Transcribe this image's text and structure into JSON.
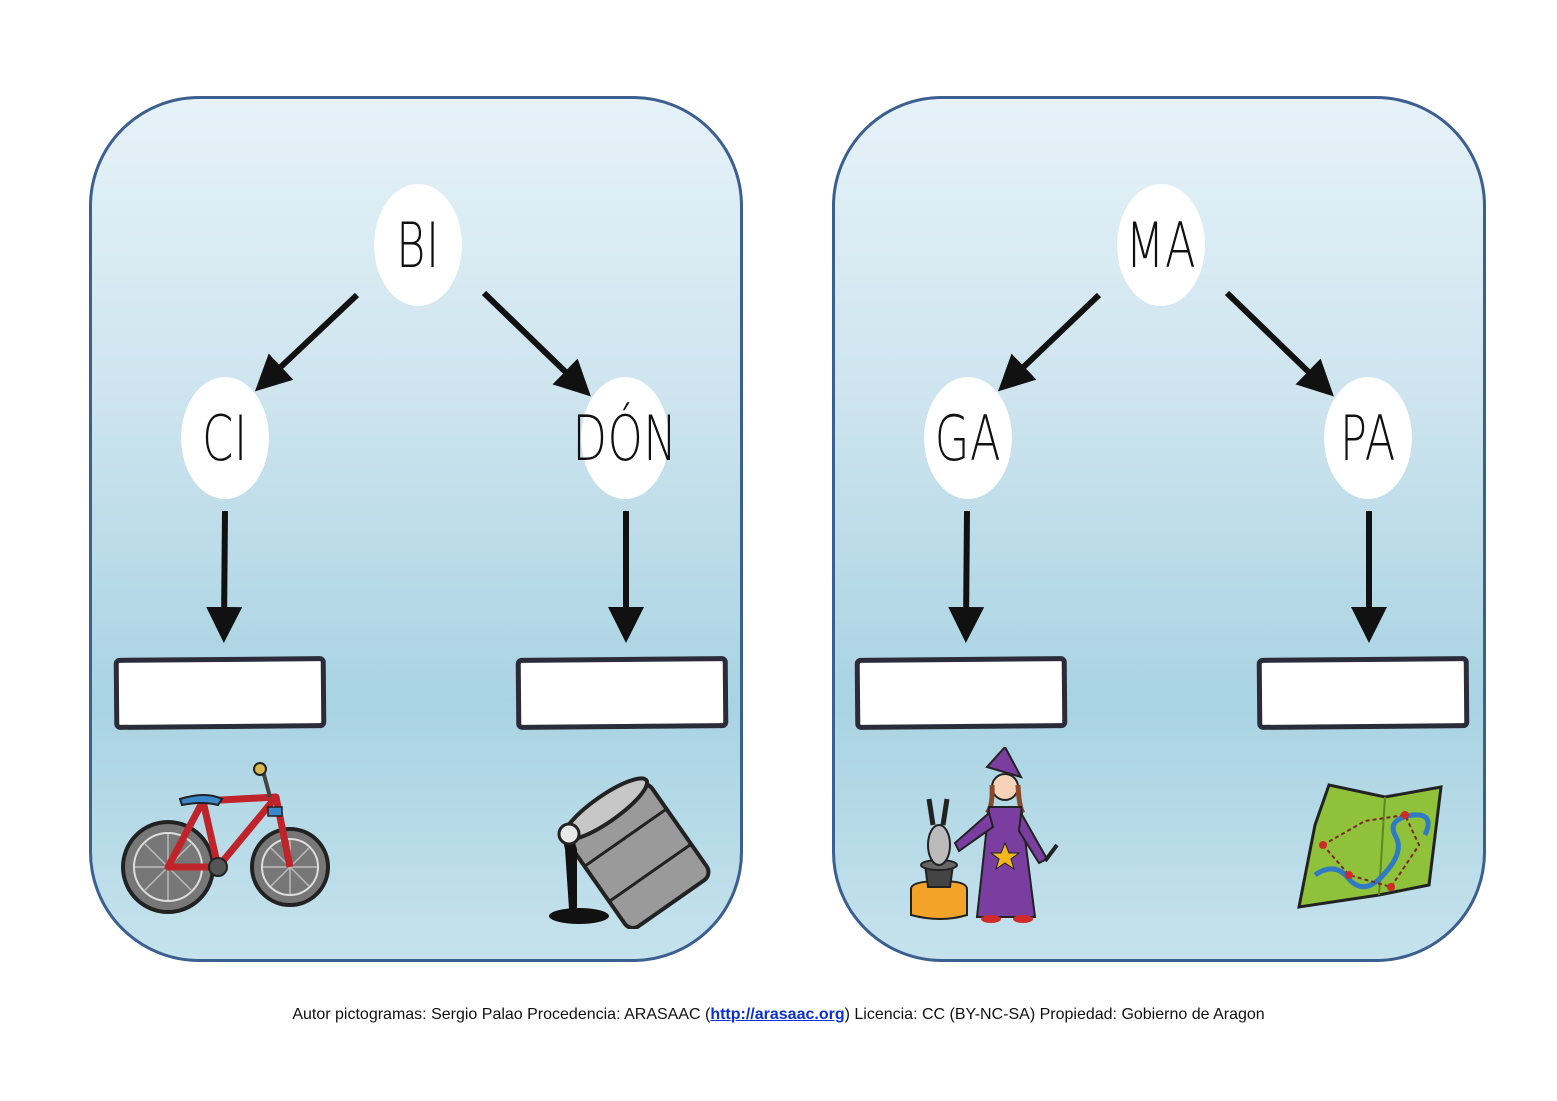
{
  "cards": [
    {
      "top_syllable": "BI",
      "children": [
        {
          "syllable": "CI",
          "picture": "bicycle-icon"
        },
        {
          "syllable": "DÓN",
          "picture": "oil-barrel-icon"
        }
      ]
    },
    {
      "top_syllable": "MA",
      "children": [
        {
          "syllable": "GA",
          "picture": "magician-icon"
        },
        {
          "syllable": "PA",
          "picture": "map-icon"
        }
      ]
    }
  ],
  "footer": {
    "before_link": "Autor pictogramas: Sergio Palao Procedencia: ARASAAC (",
    "link_text": "http://arasaac.org",
    "after_link": ") Licencia: CC (BY-NC-SA) Propiedad: Gobierno de Aragon"
  },
  "colors": {
    "card_border": "#3b5f8f",
    "arrow": "#111111",
    "link": "#0b2fd6"
  }
}
